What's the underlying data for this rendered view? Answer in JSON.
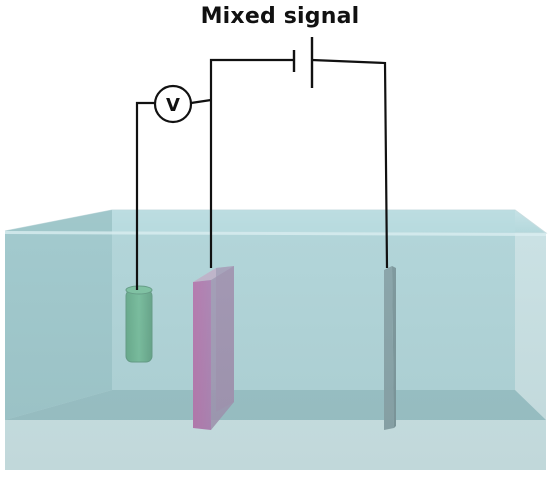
{
  "diagram": {
    "title": "Mixed signal",
    "voltmeter_label": "V"
  },
  "components": {
    "tank": "water-tank",
    "reference_electrode": "green-cylinder-electrode",
    "working_electrode": "magenta-plate-electrode",
    "counter_electrode": "gray-plate-electrode",
    "power_source": "battery-symbol",
    "meter": "voltmeter-symbol"
  },
  "colors": {
    "water": "#a9d0d4",
    "wire": "#111111",
    "reference_electrode": "#3a9a52",
    "working_electrode": "#cc3f95",
    "counter_electrode": "#747b80"
  }
}
